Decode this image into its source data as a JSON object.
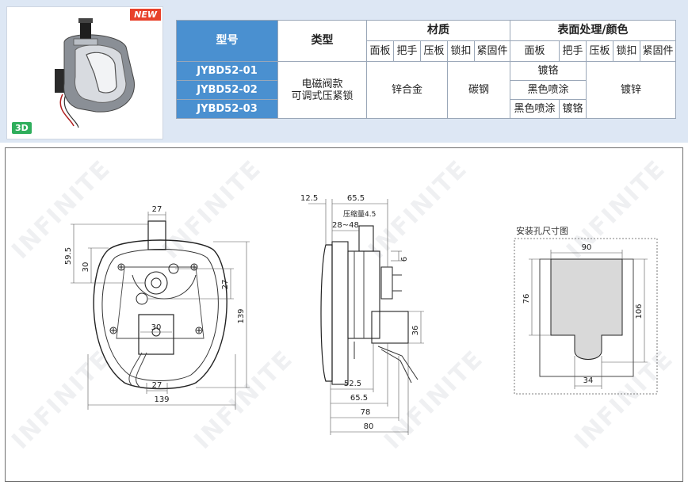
{
  "badges": {
    "new": "NEW",
    "d3": "3D"
  },
  "table": {
    "headers": {
      "model": "型号",
      "type": "类型",
      "material": "材质",
      "surface": "表面处理/颜色"
    },
    "material_sub": [
      "面板",
      "把手",
      "压板",
      "锁扣",
      "紧固件"
    ],
    "surface_sub": [
      "面板",
      "把手",
      "压板",
      "锁扣",
      "紧固件"
    ],
    "models": [
      "JYBD52-01",
      "JYBD52-02",
      "JYBD52-03"
    ],
    "type_value_line1": "电磁阀款",
    "type_value_line2": "可调式压紧锁",
    "material_values": {
      "zinc": "锌合金",
      "carbon_steel": "碳钢"
    },
    "surface_values": {
      "chrome": "镀铬",
      "black_spray": "黑色喷涂",
      "black_spray_2": "黑色喷涂",
      "chrome_2": "镀铬",
      "zinc_plating": "镀锌"
    }
  },
  "drawing": {
    "front": {
      "dim_top_27": "27",
      "dim_59_5": "59.5",
      "dim_30_left": "30",
      "dim_27_right": "27",
      "dim_139_right": "139",
      "dim_30_inner": "30",
      "dim_27_bottom": "27",
      "dim_139_bottom": "139"
    },
    "side": {
      "dim_12_5": "12.5",
      "dim_65_5_top": "65.5",
      "compression": "压缩量4.5",
      "dim_28_48": "28~48",
      "dim_6": "6",
      "dim_36": "36",
      "dim_52_5": "52.5",
      "dim_65_5_bottom": "65.5",
      "dim_78": "78",
      "dim_80": "80"
    },
    "cutout": {
      "title": "安装孔尺寸图",
      "dim_90": "90",
      "dim_76": "76",
      "dim_106": "106",
      "dim_34": "34"
    }
  },
  "watermark": "INFINITE"
}
